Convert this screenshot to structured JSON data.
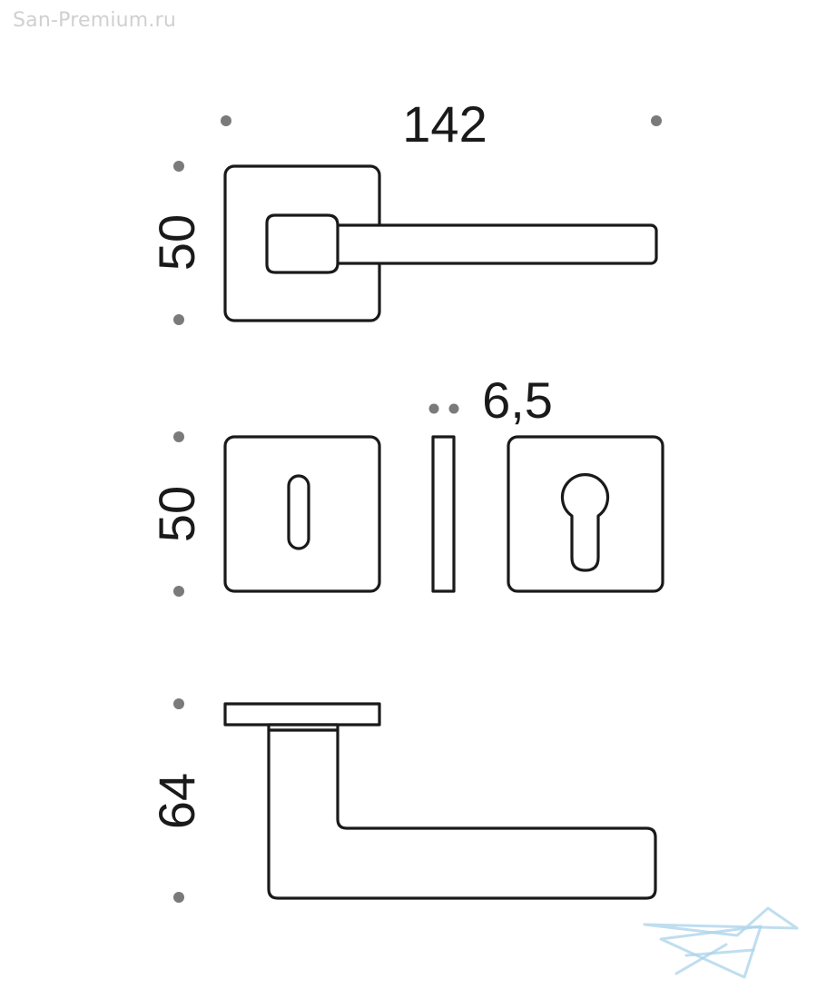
{
  "watermark": {
    "text": "San-Premium.ru"
  },
  "dimensions": {
    "handle_length": "142",
    "rose_height": "50",
    "escutcheon_height": "50",
    "escutcheon_thickness": "6,5",
    "handle_projection": "64"
  },
  "colors": {
    "line": "#1a1a1a",
    "dot": "#7a7a7a",
    "watermark": "#d0d0d0",
    "logo": "#a9d3ea"
  },
  "icons": {
    "logo": "ship-logo-icon"
  }
}
